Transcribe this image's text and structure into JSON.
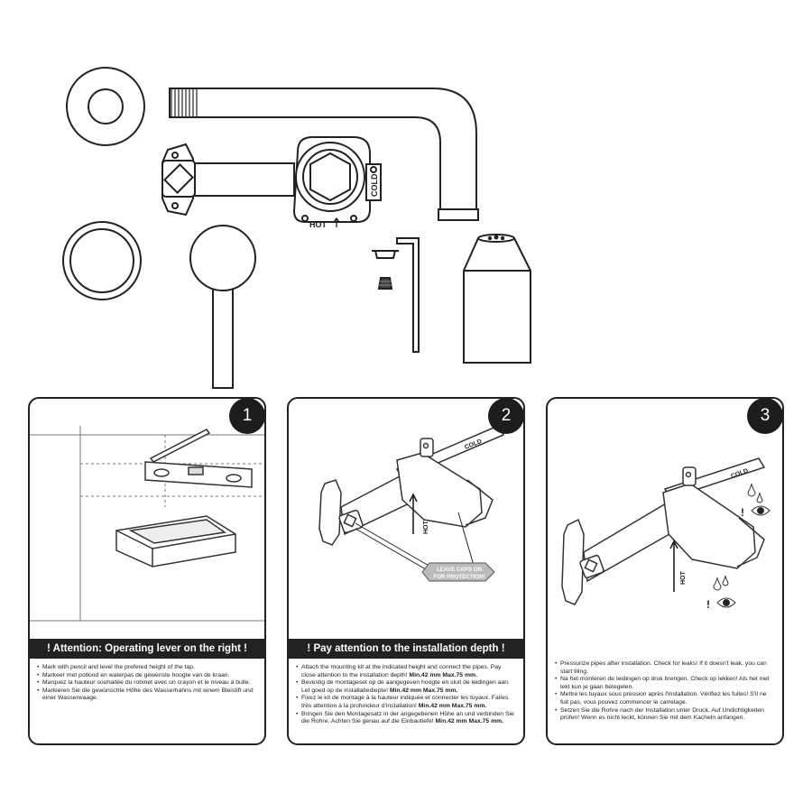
{
  "parts_labels": {
    "hot": "HOT",
    "cold": "COLD"
  },
  "steps": [
    {
      "number": "1",
      "banner": "! Attention:  Operating lever on the right !",
      "notes": [
        "Mark with pencil and level the prefered height of the tap.",
        "Markeer met potlood en waterpas de gewenste hoogte van de kraan.",
        "Marquez la hauteur souhaitée du robinet avec un crayon et le niveau à bulle.",
        "Markieren Sie die gewünschte Höhe des Wasserhahns mit einem Bleistift und einer Wasserwaage."
      ]
    },
    {
      "number": "2",
      "banner": "! Pay attention to the installation depth !",
      "labels": {
        "cold": "COLD",
        "hot": "HOT",
        "caps_line1": "LEAVE CAPS ON",
        "caps_line2": "FOR PROTECTION!"
      },
      "notes": [
        {
          "text": "Attach the mounting kit at the indicated height and connect the pipes. Pay close attention to the installation depth! ",
          "bold": "Min.42 mm Max.75 mm."
        },
        {
          "text": "Bevestig de montageset op de aangegeven hoogte en sluit de leidingen aan. Let goed op de installatiediepte! ",
          "bold": "Min.42 mm Max.75 mm."
        },
        {
          "text": "Fixez le kit de montage à la hauteur indiquée et connecter les tuyaux. Faites très attention à la profondeur d'installation! ",
          "bold": "Min.42 mm Max.75 mm."
        },
        {
          "text": "Bringen Sie den Montagesatz in der angegebenen Höhe an und verbinden Sie die Rohre. Achten Sie genau auf die Einbautiefe! ",
          "bold": "Min.42 mm Max.75 mm."
        }
      ]
    },
    {
      "number": "3",
      "labels": {
        "cold": "COLD",
        "hot": "HOT"
      },
      "notes": [
        "Pressurize pipes after installation. Check for leaks! If it doesn't leak, you can start tiling.",
        "Na het monteren de leidingen op druk brengen. Check op lekken! Als het niet lekt kun je gaan betegelen.",
        "Mettre les tuyaux sous pression après l'installation. Vérifiez les fuites! S'il ne fuit pas, vous pouvez commencer le carrelage.",
        "Setzen Sie die Rohre nach der Installation unter Druck. Auf Undichtigkeiten prüfen! Wenn es nicht leckt, können Sie mit dem Kacheln anfangen."
      ]
    }
  ]
}
